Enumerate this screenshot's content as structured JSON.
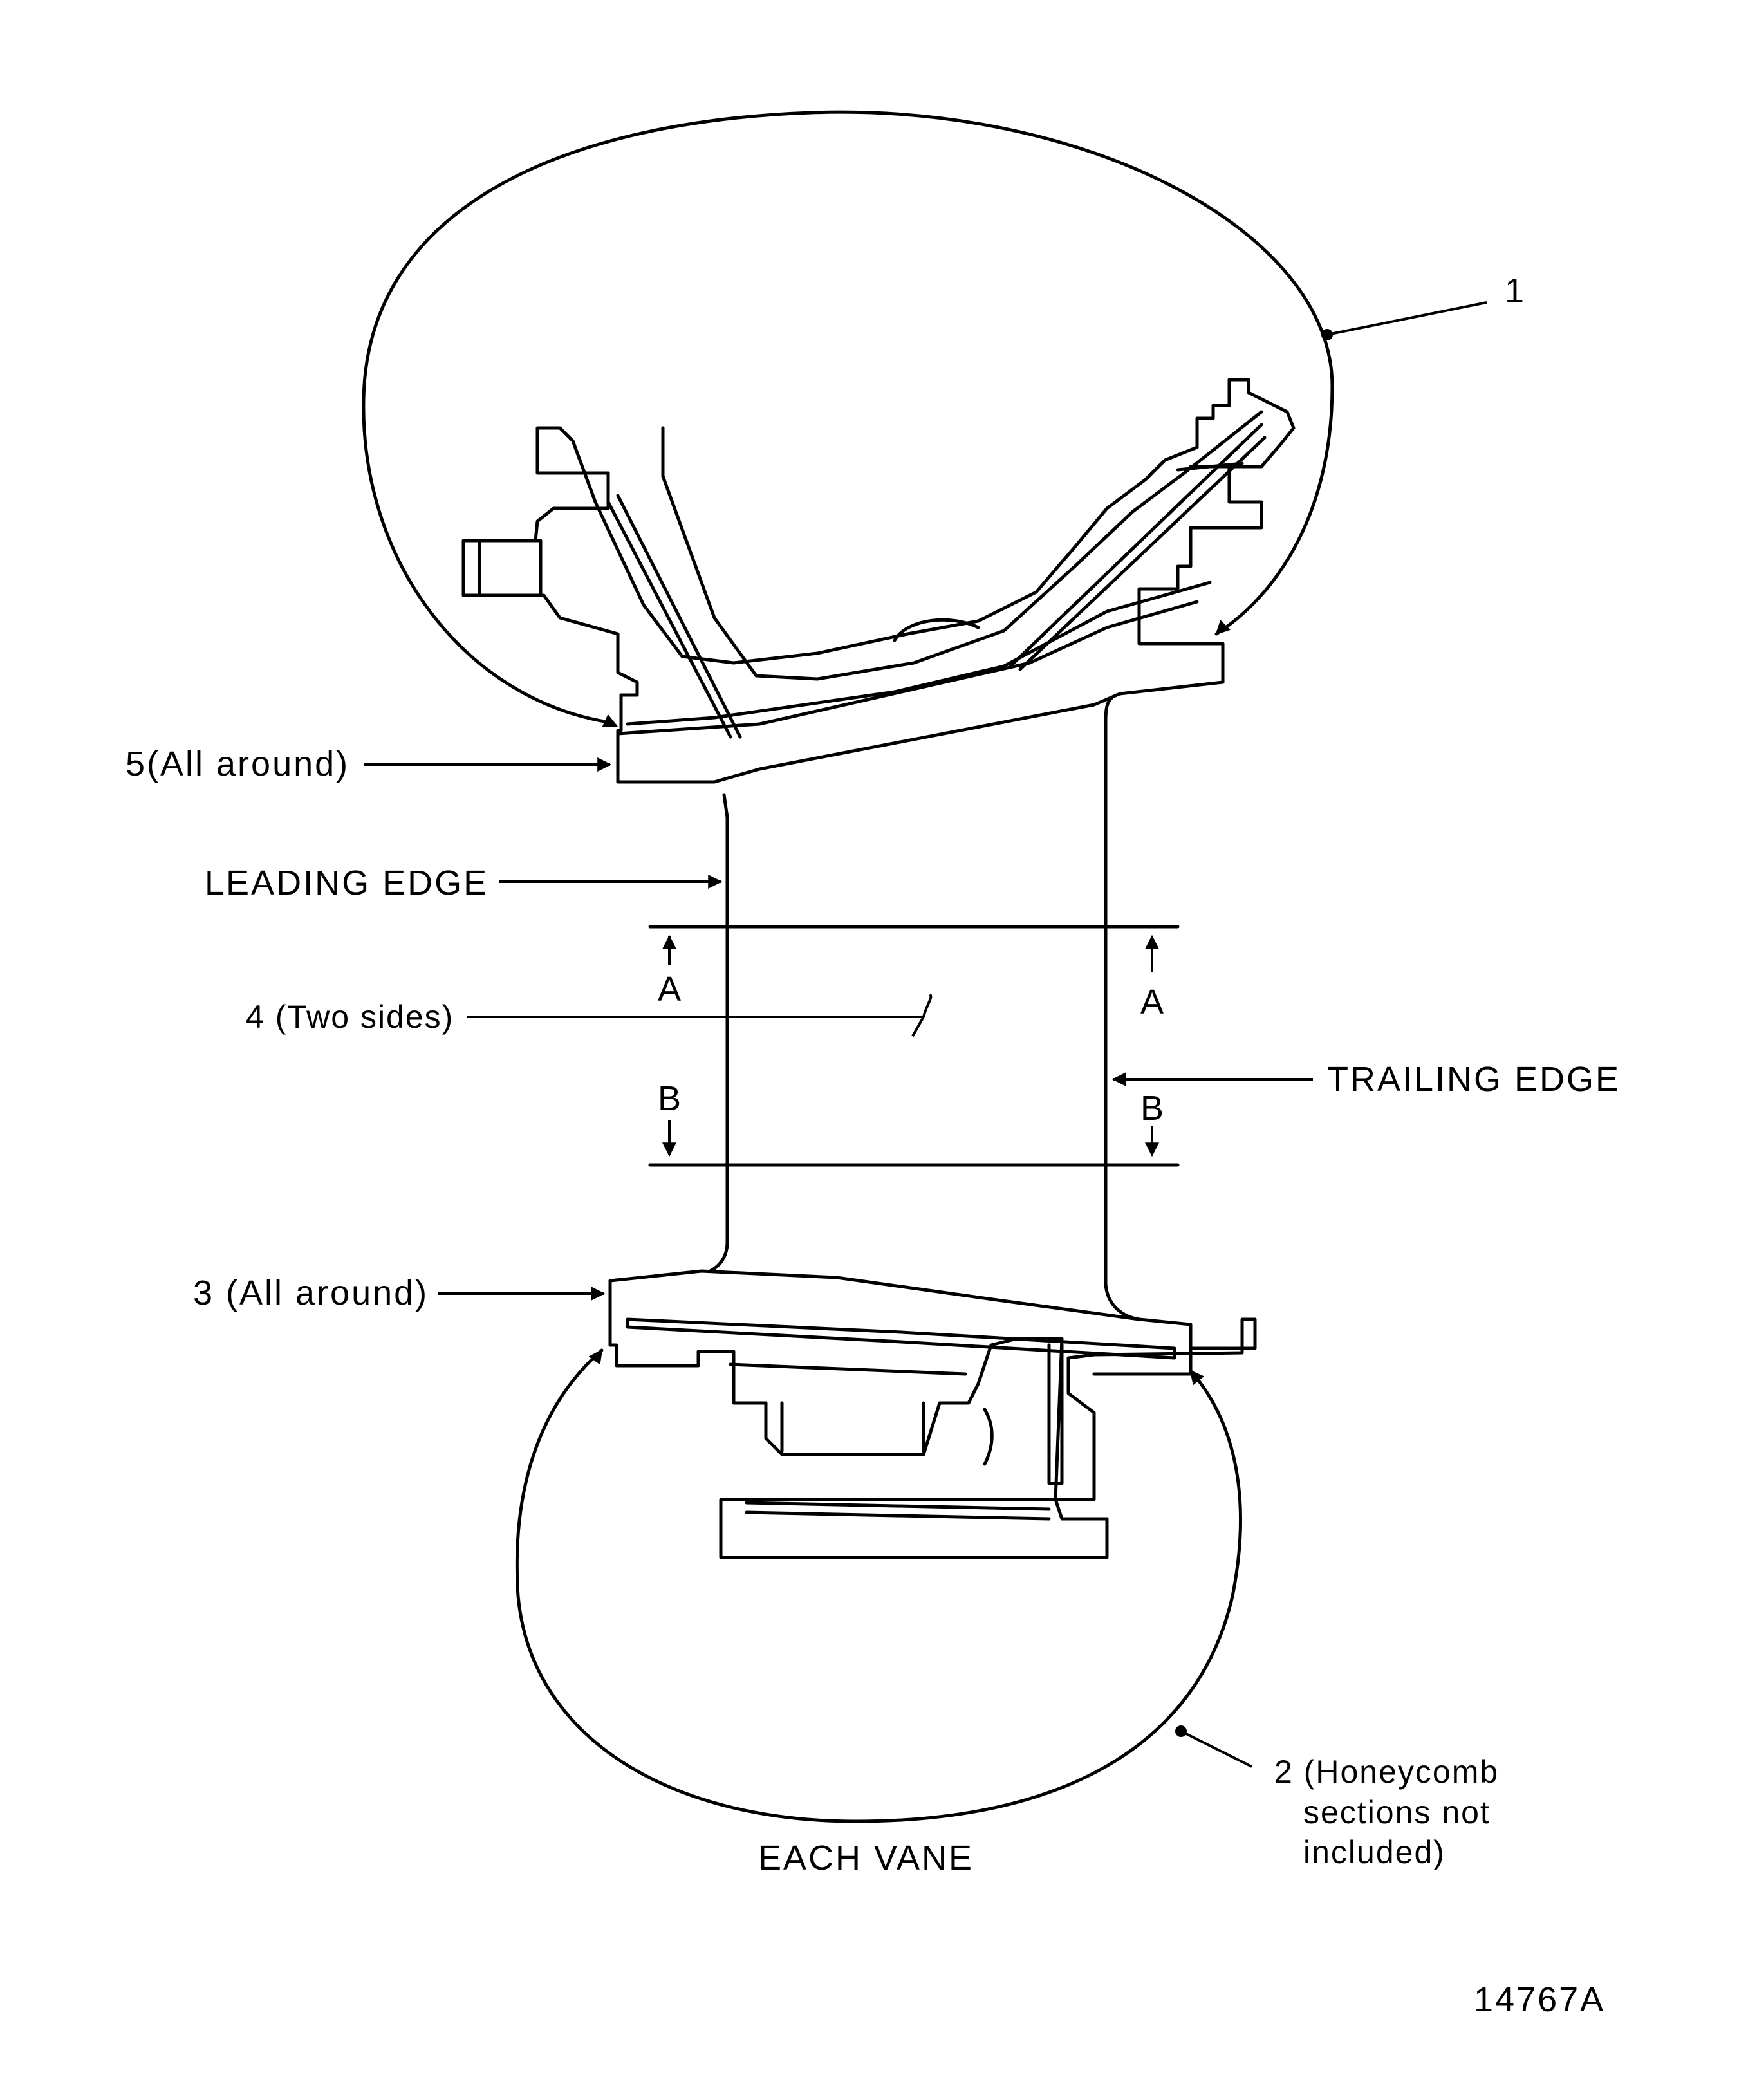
{
  "figure_id": "14767A",
  "caption": "EACH VANE",
  "callouts": {
    "c1": "1",
    "c2_line1": "2 (Honeycomb",
    "c2_line2": "sections not",
    "c2_line3": "included)",
    "c3": "3 (All around)",
    "c4": "4 (Two sides)",
    "c5": "5(All around)"
  },
  "edge_labels": {
    "leading": "LEADING EDGE",
    "trailing": "TRAILING EDGE"
  },
  "section_marks": {
    "a": "A",
    "b": "B"
  }
}
